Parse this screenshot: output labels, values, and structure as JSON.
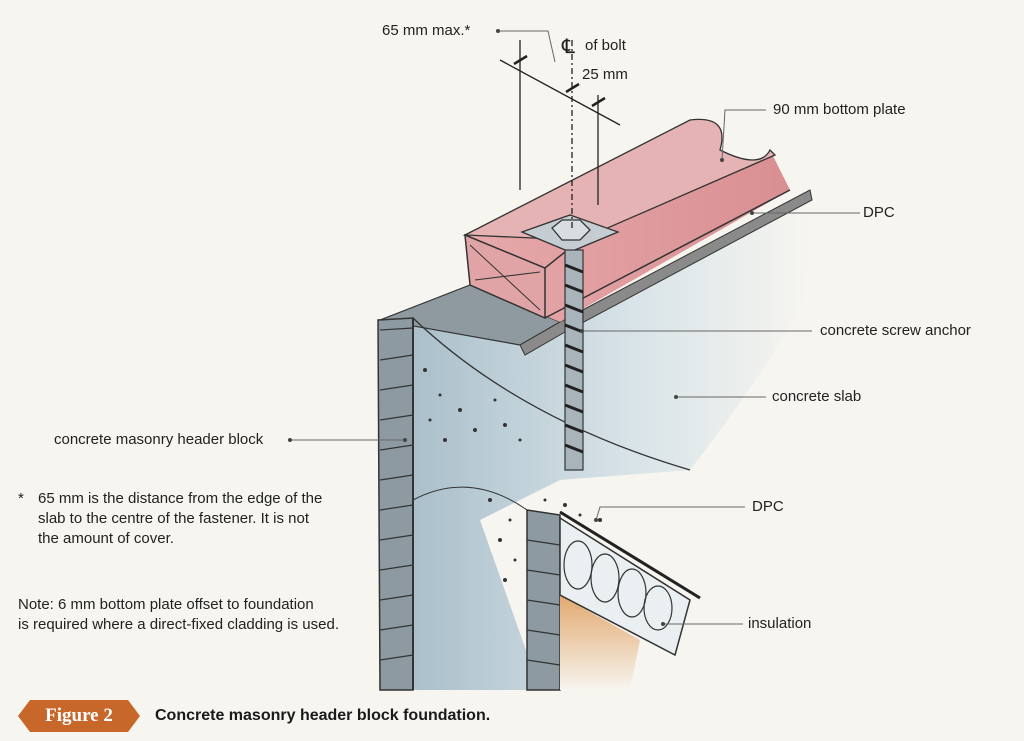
{
  "labels": {
    "max_distance": "65 mm max.*",
    "cl_symbol": "℄",
    "of_bolt": "of bolt",
    "offset": "25 mm",
    "bottom_plate": "90 mm bottom plate",
    "dpc_top": "DPC",
    "screw_anchor": "concrete screw anchor",
    "slab": "concrete slab",
    "header_block": "concrete masonry header block",
    "dpc_bottom": "DPC",
    "insulation": "insulation"
  },
  "footnote": {
    "marker": "*",
    "line1": "65 mm is the distance from the edge of the",
    "line2": "slab to the centre of the fastener. It is not",
    "line3": "the amount of cover."
  },
  "note": {
    "line1": "Note: 6 mm bottom plate offset to foundation",
    "line2": "is required where a direct-fixed cladding is used."
  },
  "figure": {
    "badge": "Figure 2",
    "caption": "Concrete masonry header block foundation."
  },
  "colors": {
    "background": "#f7f5f0",
    "timber": "#e1a4a6",
    "dpc": "#8a8a8a",
    "slab": "#b9cad3",
    "block": "#8d9aa2",
    "insulation": "#eaf0f2",
    "ground": "#e6b788",
    "badge": "#c8672a"
  }
}
